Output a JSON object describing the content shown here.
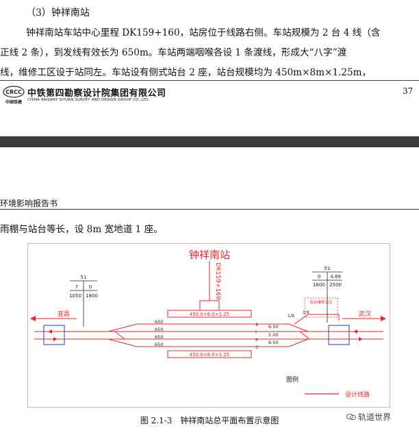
{
  "page": {
    "subheading": "（3）钟祥南站",
    "paragraph_lines": [
      "钟祥南站车站中心里程 DK159+160，站房位于线路右侧。车站规模为 2 台 4 线（含",
      "正线 2 条），到发线有效长为 650m。车站两端咽喉各设 1 条渡线，形成大“八字”渡",
      "线，维修工区设于站同左。车站设有侧式站台 2 座，站台规模均为 450m×8m×1.25m，"
    ],
    "footer": {
      "logo_text": "CRCC",
      "logo_sub": "中国铁建",
      "company_cn": "中铁第四勘察设计院集团有限公司",
      "company_en": "CHINA RAILWAY SIYUAN SURVEY AND DESIGN GROUP CO.,LTD.",
      "page_number": "37"
    },
    "header2": "环境影响报告书",
    "paragraph2": "雨棚与站台等长，设 8m 宽地道 1 座。",
    "caption": "图 2.1-3　钟祥南站总平面布置示意图",
    "watermark": "轨道世界"
  },
  "diagram": {
    "station_title": "钟祥南站",
    "mileage": "DK159+160",
    "left_sign": {
      "top": "51",
      "mid_left": "7",
      "mid_right": "0",
      "bot_left": "1050",
      "bot_right": "1800"
    },
    "right_sign": {
      "top": "51",
      "mid_left": "0",
      "mid_right": "4.89",
      "bot_left": "1800",
      "bot_right": "2500"
    },
    "left_city": "宜昌",
    "right_city": "武汉",
    "platform_label": "450.0×8.0×1.25",
    "track_lengths": [
      "650",
      "650",
      "650",
      "650"
    ],
    "track_numbers": [
      "4",
      "I",
      "II",
      "3"
    ],
    "spacings": [
      "6.50",
      "5.00",
      "6.50"
    ],
    "turnouts": [
      "1/9",
      "1/9"
    ],
    "depot_label": "综合维修工区",
    "legend_title": "图例",
    "legend_item": "设计线路",
    "colors": {
      "line": "#e8232a",
      "frame": "#f0a8a8",
      "blue": "#1e3ec8",
      "black": "#222222"
    }
  }
}
